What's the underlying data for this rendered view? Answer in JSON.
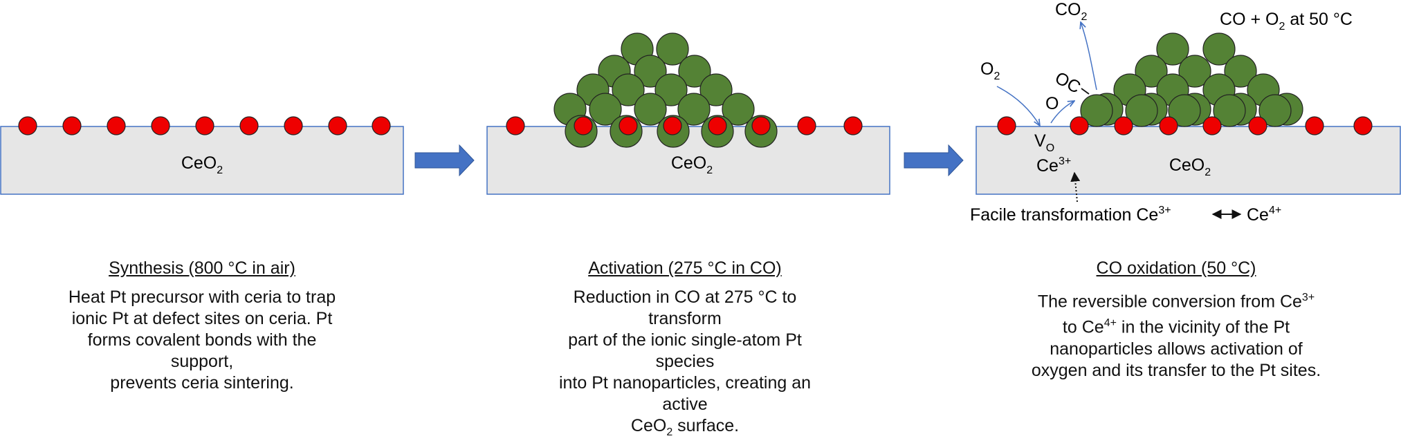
{
  "colors": {
    "substrate_fill": "#e6e6e6",
    "substrate_stroke": "#4472c4",
    "pt_atom": "#ee0000",
    "pt_particle": "#548235",
    "arrow_fill": "#4472c4",
    "reaction_arrow": "#4472c4"
  },
  "panels": [
    {
      "substrate_label": "CeO",
      "substrate_sub": "2",
      "caption_title": "Synthesis (800 °C in air)",
      "caption_lines": [
        "Heat Pt precursor with ceria to trap",
        "ionic Pt at defect sites on ceria. Pt",
        "forms covalent bonds with the support,",
        "prevents ceria sintering."
      ]
    },
    {
      "substrate_label": "CeO",
      "substrate_sub": "2",
      "caption_title": "Activation (275 °C in CO)",
      "caption_lines": [
        "Reduction in CO at 275 °C to transform",
        "part of the ionic single-atom Pt species",
        "into Pt nanoparticles, creating an active"
      ],
      "caption_last_a": "CeO",
      "caption_last_sub": "2",
      "caption_last_b": " surface."
    },
    {
      "substrate_label": "CeO",
      "substrate_sub": "2",
      "condition_a": "CO + O",
      "condition_sub": "2",
      "condition_b": " at 50 °C",
      "o2_label": "O",
      "o2_sub": "2",
      "co2_label": "CO",
      "co2_sub": "2",
      "o_label": "O",
      "oc_label": "OC",
      "vacancy_label": "V",
      "vacancy_sub": "O",
      "ce3_label": "Ce",
      "ce3_sup": "3+",
      "facile_text": "Facile transformation Ce",
      "facile_sup1": "3+",
      "facile_mid": "Ce",
      "facile_sup2": "4+",
      "caption_title": "CO oxidation (50 °C)",
      "caption_l1_a": "The reversible conversion from Ce",
      "caption_l1_sup": "3+",
      "caption_l2_a": "to Ce",
      "caption_l2_sup": "4+",
      "caption_l2_b": " in the vicinity of the Pt",
      "caption_lines_rest": [
        "nanoparticles allows activation of",
        "oxygen and its transfer to the Pt sites."
      ]
    }
  ]
}
